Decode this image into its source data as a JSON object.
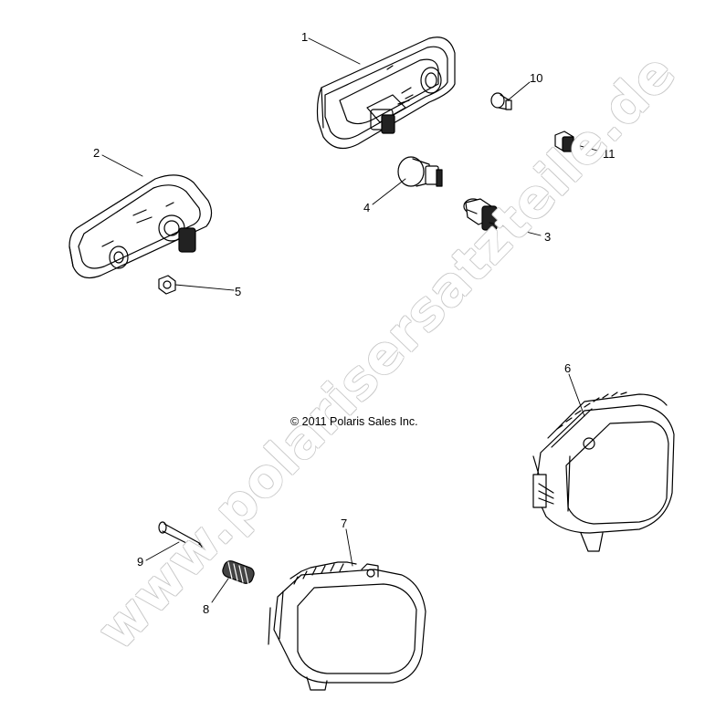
{
  "diagram": {
    "copyright": "© 2011 Polaris Sales Inc.",
    "watermark": "www.polarisersatzteile.de",
    "callouts": [
      "1",
      "2",
      "3",
      "4",
      "5",
      "6",
      "7",
      "8",
      "9",
      "10",
      "11"
    ],
    "colors": {
      "line": "#000000",
      "background": "#ffffff",
      "watermark_outline": "#c9c9c9"
    }
  }
}
